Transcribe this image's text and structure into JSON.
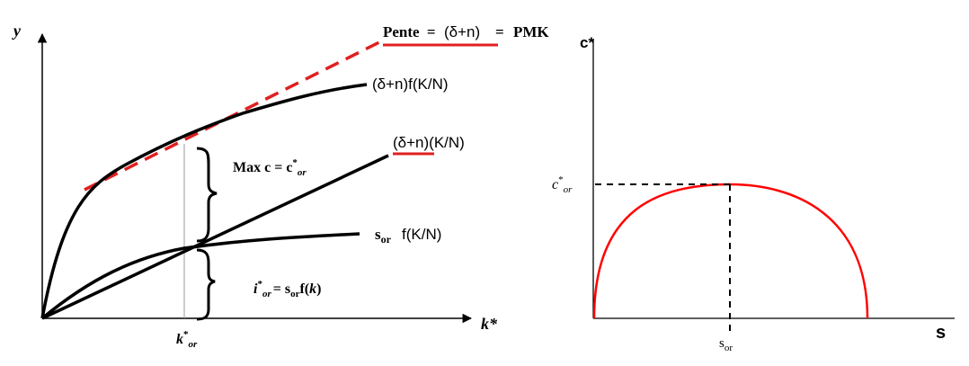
{
  "left_figure": {
    "y_label": "y",
    "x_label": "k*",
    "slope_label": {
      "pente": "Pente",
      "eq": "=",
      "delta_n": "(δ+n)",
      "eq2": "=",
      "pmk": "PMK"
    },
    "curve_output": "(δ+n)f(K/N)",
    "line_depr": "(δ+n)(K/N)",
    "curve_saving": {
      "s": "s",
      "sub": "or",
      "rest": "f(K/N)"
    },
    "max_c": {
      "prefix": "Max c = c",
      "sup": "*",
      "sub": "or"
    },
    "invest": {
      "i": "i",
      "sup": "*",
      "sub": "or",
      "mid": "= s",
      "sub2": "or",
      "rest": "f(",
      "k": "k",
      "close": ")"
    },
    "k_star": {
      "k": "k",
      "sup": "*",
      "sub": "or"
    },
    "colors": {
      "axis": "#000000",
      "curve": "#000000",
      "tangent": "#e02020",
      "underline": "#e02020"
    }
  },
  "right_figure": {
    "y_label": "c*",
    "x_label": "s",
    "c_star": {
      "c": "c",
      "sup": "*",
      "sub": "or"
    },
    "s_or": {
      "s": "s",
      "sub": "or"
    },
    "colors": {
      "axis": "#000000",
      "curve": "#ff0000",
      "dashed": "#000000"
    }
  }
}
